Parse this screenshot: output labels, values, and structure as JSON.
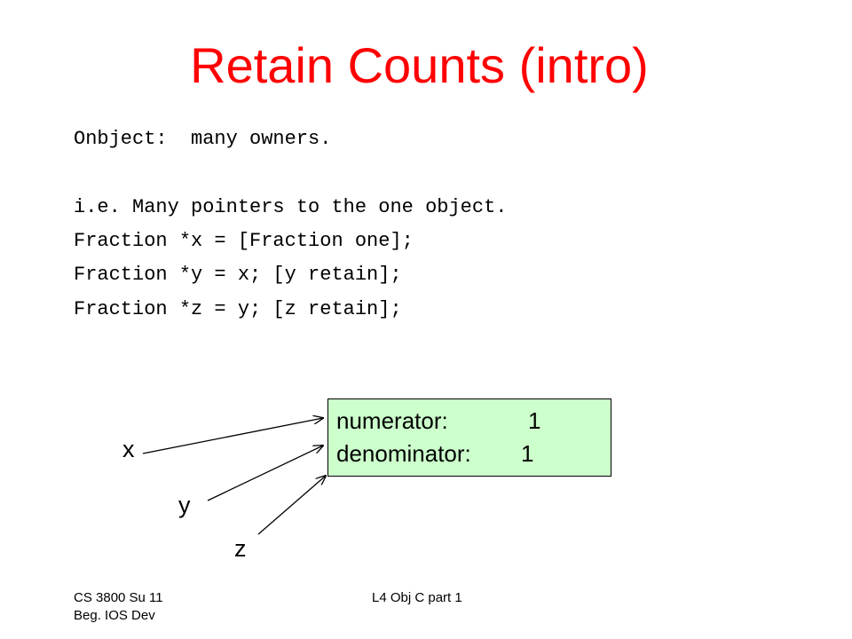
{
  "slide": {
    "title": "Retain Counts (intro)",
    "code_lines": [
      "Onbject:  many owners.",
      "i.e. Many pointers to the one object.",
      "Fraction *x = [Fraction one];",
      "Fraction *y = x; [y retain];",
      "Fraction *z = y; [z retain];"
    ],
    "object_box": {
      "numerator_label": "numerator:",
      "numerator_value": "1",
      "denominator_label": "denominator:",
      "denominator_value": "1",
      "fill_color": "#ccffcc"
    },
    "pointers": [
      "x",
      "y",
      "z"
    ],
    "footer": {
      "course_line1": "CS 3800 Su 11",
      "course_line2": "Beg. IOS Dev",
      "lecture": "L4 Obj C part 1"
    },
    "title_color": "#ff0000"
  }
}
